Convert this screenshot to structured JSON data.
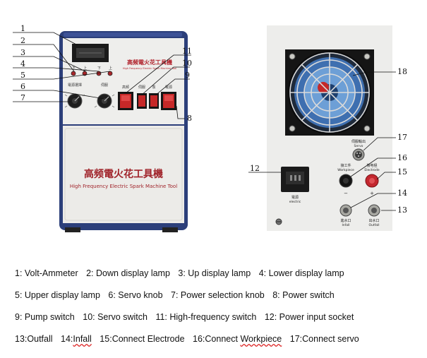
{
  "front_panel": {
    "title_cn": "高频電火花工具機",
    "title_en": "High Frequency Electric Spark Machine Tool",
    "small_title_cn": "高频電火花工具機",
    "small_title_en": "High Frequency Electric Spark Machine Tool",
    "lamp_labels": [
      "下",
      "上",
      "下",
      "上"
    ],
    "knob_labels": [
      "電源選擇",
      "伺服"
    ],
    "switch_labels": [
      "高频",
      "伺服",
      "泵",
      "電源"
    ]
  },
  "rear_panel": {
    "servo_label_cn": "伺服輸出",
    "servo_label_en": "Servo",
    "workpiece_label_cn": "接工件",
    "workpiece_label_en": "Workpiece",
    "electrode_label_cn": "接电極",
    "electrode_label_en": "Electrode",
    "electric_label_cn": "電源",
    "electric_label_en": "electric",
    "infall_label_cn": "進水口",
    "infall_label_en": "Infall",
    "outfall_label_cn": "出水口",
    "outfall_label_en": "Outfall",
    "minus_sign": "−",
    "plus_sign": "+"
  },
  "callouts": [
    "1",
    "2",
    "3",
    "4",
    "5",
    "6",
    "7",
    "8",
    "9",
    "10",
    "11",
    "12",
    "13",
    "14",
    "15",
    "16",
    "17",
    "18"
  ],
  "legend": {
    "rows": [
      [
        "1: Volt-Ammeter",
        "2: Down display lamp",
        "3: Up display lamp",
        "4: Lower display lamp"
      ],
      [
        "5:  Upper display lamp",
        "6:  Servo knob",
        "7:  Power selection knob",
        "8:  Power switch"
      ],
      [
        "9: Pump switch",
        "10: Servo switch",
        "11: High-frequency switch",
        "12: Power input socket"
      ]
    ],
    "row4": [
      {
        "num": "13:",
        "text": "Outfall"
      },
      {
        "num": "14:",
        "text": "Infall"
      },
      {
        "num": "15:",
        "text": "Connect Electrode"
      },
      {
        "num": "16:",
        "text": "Connect ",
        "wavy": "Workpiece"
      },
      {
        "num": "17:",
        "text": "Connect servo"
      }
    ]
  },
  "colors": {
    "cabinet_frame": "#2c3f7a",
    "panel": "#eeeeec",
    "switch_red": "#c62828",
    "electrode_red": "#c3272e",
    "rear_background": "#ededeb"
  }
}
